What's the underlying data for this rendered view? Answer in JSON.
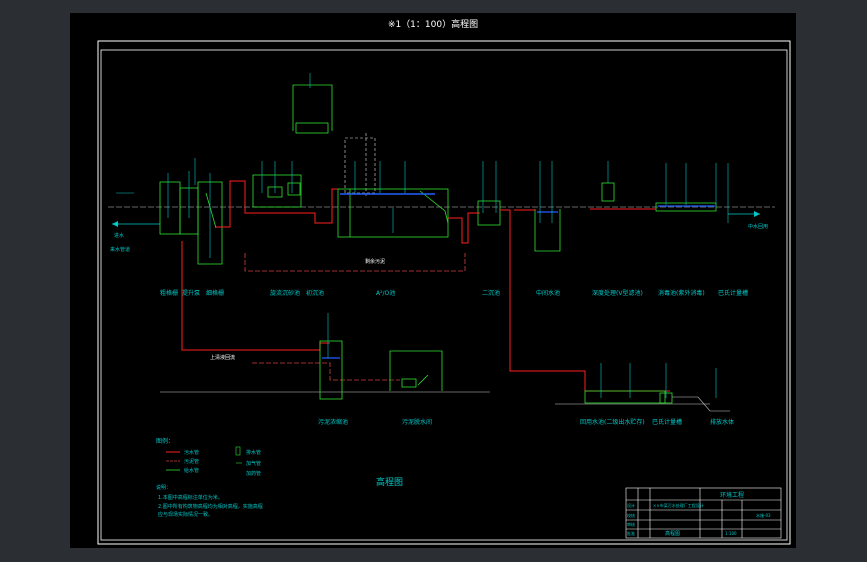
{
  "sheet_title": "※1（1：100）高程图",
  "drawing_title": "高程图",
  "legend": {
    "heading": "图例：",
    "items": [
      "污水管",
      "污泥管",
      "给水管",
      "排水管",
      "加气管",
      "加药管"
    ]
  },
  "notes": {
    "heading": "说明：",
    "lines": [
      "1.本图中高程标注单位为米。",
      "2.图中所有构筑物高程均为相对高程，实施高程",
      "应与现场实际情况一致。"
    ]
  },
  "process_labels": [
    "粗格栅",
    "提升泵",
    "细格栅",
    "旋流沉砂池",
    "初沉池",
    "A²/O池",
    "二沉池",
    "中间水池",
    "深度处理(V型滤池)",
    "消毒池(紫外消毒)",
    "巴氏计量槽",
    "污泥浓缩池",
    "污泥脱水间",
    "回用水池(二级出水贮存)",
    "巴氏计量槽",
    "排放水体"
  ],
  "inline_labels": {
    "inflow": "进水",
    "inflow_sub": "来水管道",
    "outflow": "中水回用",
    "pipe_note": "上清液回流",
    "sludge_note": "剩余污泥"
  },
  "title_block": {
    "company": "环境工程",
    "project": "××市某污水处理厂工程设计",
    "drawing": "高程图",
    "rows": [
      "设计",
      "校核",
      "审核",
      "批准"
    ],
    "scale": "1:100",
    "number": "水施-03"
  },
  "colors": {
    "cad_line": "#00c8c8",
    "water_pipe": "#ff2020",
    "sludge_pipe": "#d04040",
    "structure": "#30e030",
    "water_level": "#2060ff",
    "frame": "#ffffff"
  }
}
